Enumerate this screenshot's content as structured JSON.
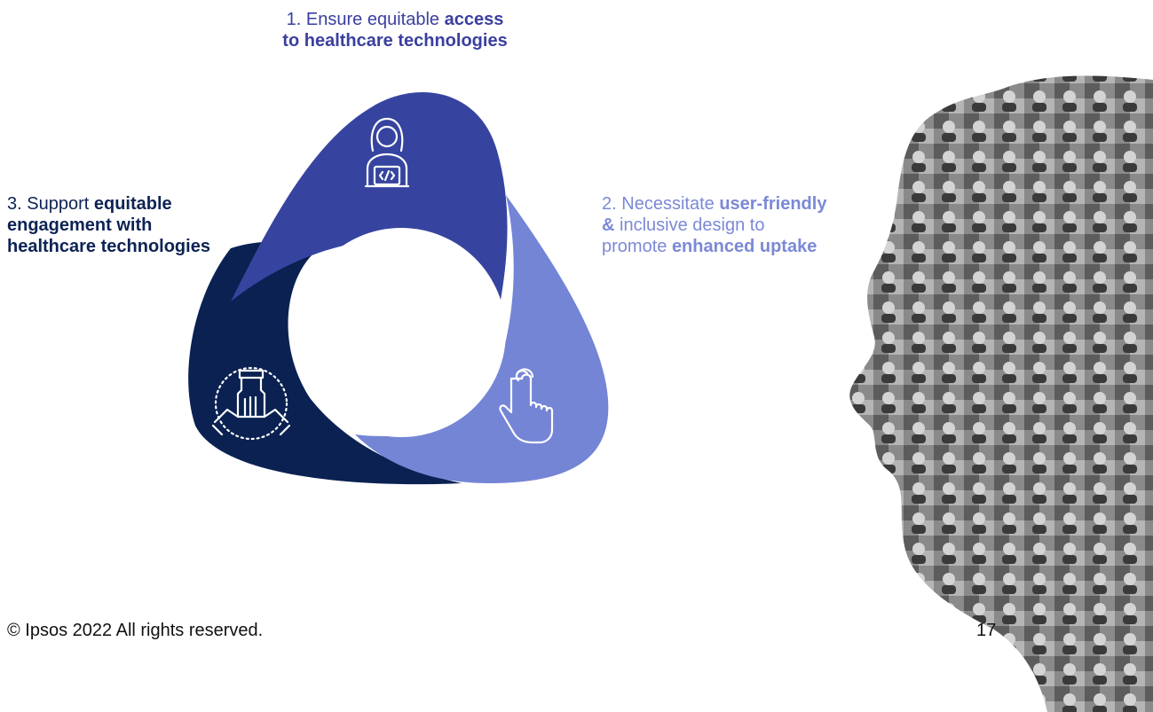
{
  "steps": [
    {
      "number": "1.",
      "text_plain_1": "Ensure equitable",
      "text_bold_1": "access",
      "text_plain_2": "",
      "text_bold_2": "to healthcare technologies",
      "icon": "person-laptop-icon",
      "color": "#3644a0"
    },
    {
      "number": "2.",
      "text_plain_1": "Necessitate",
      "text_bold_1": "user-friendly &",
      "text_plain_2": "inclusive design to promote",
      "text_bold_2": "enhanced uptake",
      "icon": "pointing-hand-icon",
      "color": "#7485d6"
    },
    {
      "number": "3.",
      "text_plain_1": "Support",
      "text_bold_1": "equitable engagement with healthcare technologies",
      "text_plain_2": "",
      "text_bold_2": "",
      "icon": "stacked-hands-icon",
      "color": "#0a2152"
    }
  ],
  "footer": {
    "copyright": "© Ipsos 2022 All rights reserved.",
    "page_number": "17"
  },
  "decoration": {
    "icon": "head-photo-collage-icon"
  }
}
